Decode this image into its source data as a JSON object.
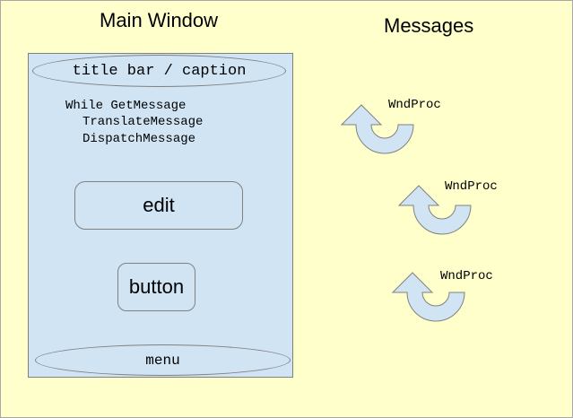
{
  "headings": {
    "main_window": "Main Window",
    "messages": "Messages"
  },
  "window": {
    "caption": "title bar / caption",
    "code_lines": [
      "While GetMessage",
      "TranslateMessage",
      "DispatchMessage"
    ],
    "edit_label": "edit",
    "button_label": "button",
    "menu_label": "menu"
  },
  "messages": {
    "wndproc_labels": [
      "WndProc",
      "WndProc",
      "WndProc"
    ]
  },
  "colors": {
    "background": "#ffffcc",
    "window_fill": "#d0e4f4",
    "outline": "#808080"
  }
}
